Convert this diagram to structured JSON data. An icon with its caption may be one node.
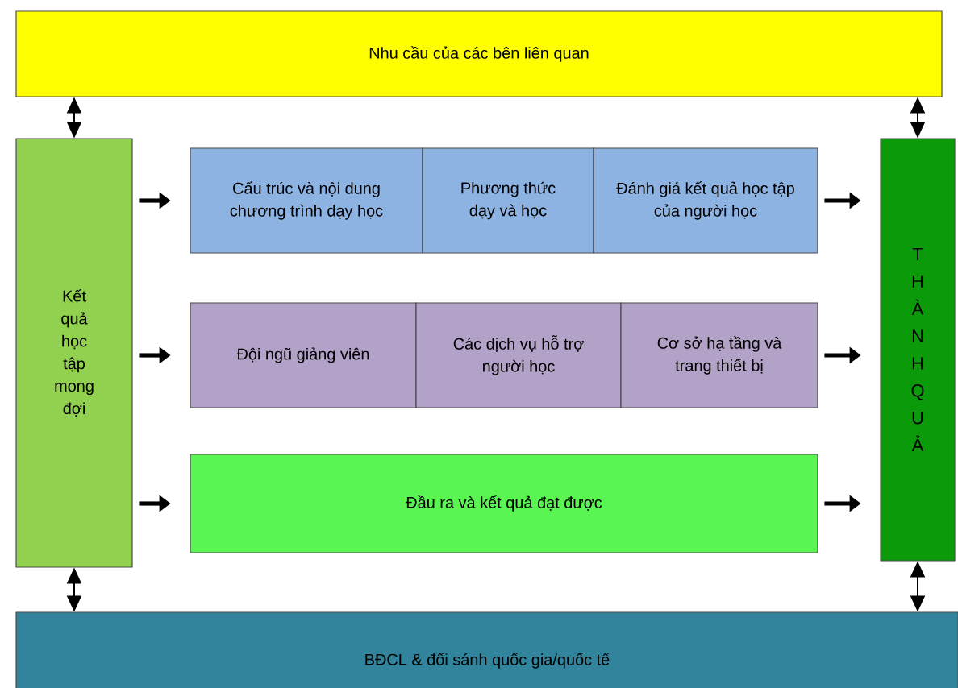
{
  "diagram": {
    "nodes": [
      {
        "text": [
          "Nhu cầu của các bên liên quan"
        ]
      },
      {
        "text": [
          "Kết quả học tập mong đợi"
        ]
      },
      {
        "text": [
          "Cấu trúc và nội dung chương trình dạy học"
        ]
      },
      {
        "text": [
          "Phương thức dạy và học"
        ]
      },
      {
        "text": [
          "Đánh giá kết quả học tập của người học"
        ]
      },
      {
        "text": [
          "Đội ngũ giảng viên"
        ]
      },
      {
        "text": [
          "Các dịch vụ hỗ trợ người học"
        ]
      },
      {
        "text": [
          "Cơ sở hạ tầng và trang thiết bị"
        ]
      },
      {
        "text": [
          "Đầu ra và kết quả đạt được"
        ]
      },
      {
        "text": [
          "T H À N H Q U Ả"
        ]
      },
      {
        "text": [
          "BĐCL & đối sánh quốc gia/quốc tế"
        ]
      }
    ],
    "edges": [
      {
        "from": 0,
        "to": 1,
        "arrow": "both"
      },
      {
        "from": 0,
        "to": 9,
        "arrow": "both"
      },
      {
        "from": 1,
        "to": 2,
        "arrow": "to"
      },
      {
        "from": 1,
        "to": 5,
        "arrow": "to"
      },
      {
        "from": 1,
        "to": 8,
        "arrow": "to"
      },
      {
        "from": 4,
        "to": 9,
        "arrow": "to"
      },
      {
        "from": 7,
        "to": 9,
        "arrow": "to"
      },
      {
        "from": 8,
        "to": 9,
        "arrow": "to"
      },
      {
        "from": 1,
        "to": 10,
        "arrow": "both"
      },
      {
        "from": 9,
        "to": 10,
        "arrow": "both"
      }
    ]
  }
}
